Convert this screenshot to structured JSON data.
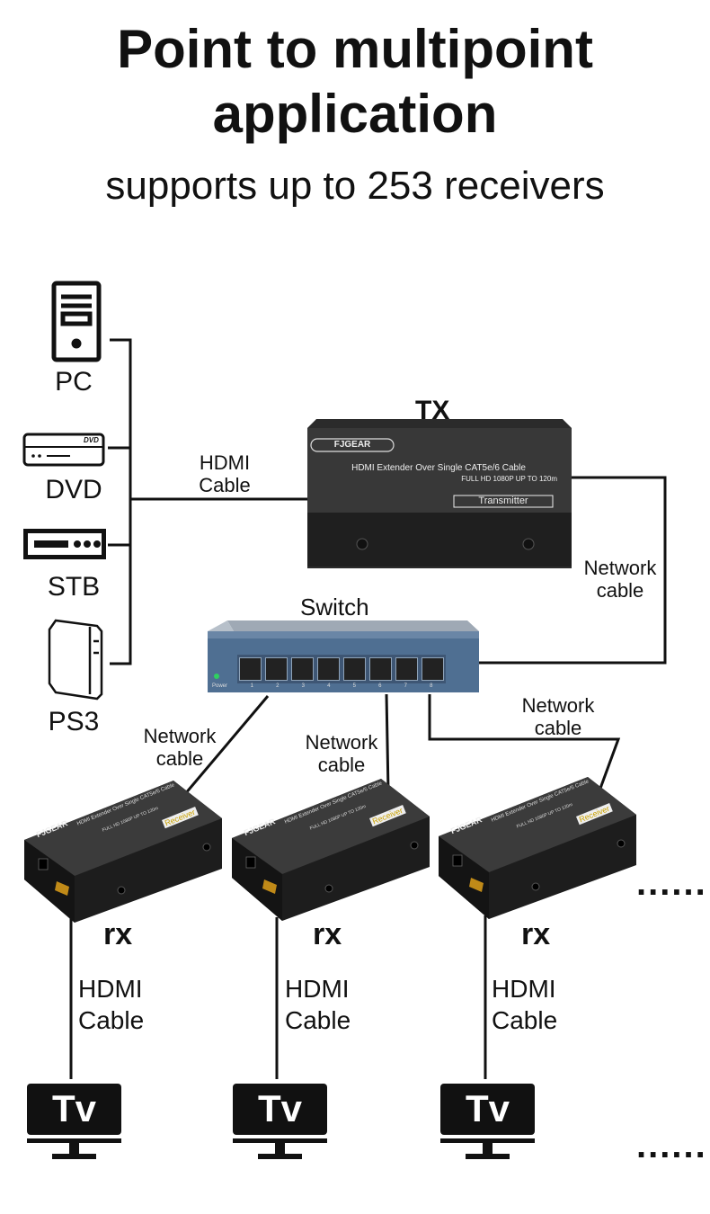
{
  "header": {
    "title_line1": "Point to multipoint",
    "title_line2": "application",
    "subtitle": "supports up to 253 receivers"
  },
  "sources": [
    {
      "label": "PC",
      "icon": "pc-tower-icon"
    },
    {
      "label": "DVD",
      "icon": "dvd-player-icon"
    },
    {
      "label": "STB",
      "icon": "set-top-box-icon"
    },
    {
      "label": "PS3",
      "icon": "ps3-console-icon"
    }
  ],
  "transmitter": {
    "label": "TX",
    "brand": "FJGEAR",
    "product": "HDMI Extender Over Single CAT5e/6 Cable",
    "spec": "FULL HD 1080P   UP TO 120m",
    "role": "Transmitter"
  },
  "switch": {
    "label": "Switch",
    "power": "Power",
    "ports": [
      "1",
      "2",
      "3",
      "4",
      "5",
      "6",
      "7",
      "8"
    ]
  },
  "cables": {
    "hdmi_in_line1": "HDMI",
    "hdmi_in_line2": "Cable",
    "net_tx_line1": "Network",
    "net_tx_line2": "cable",
    "net_rx1_line1": "Network",
    "net_rx1_line2": "cable",
    "net_rx2_line1": "Network",
    "net_rx2_line2": "cable",
    "net_rx3_line1": "Network",
    "net_rx3_line2": "cable"
  },
  "receivers": [
    {
      "label": "rx",
      "brand": "FJGEAR",
      "role": "Receiver",
      "cable_line1": "HDMI",
      "cable_line2": "Cable",
      "tv": "Tv"
    },
    {
      "label": "rx",
      "brand": "FJGEAR",
      "role": "Receiver",
      "cable_line1": "HDMI",
      "cable_line2": "Cable",
      "tv": "Tv"
    },
    {
      "label": "rx",
      "brand": "FJGEAR",
      "role": "Receiver",
      "cable_line1": "HDMI",
      "cable_line2": "Cable",
      "tv": "Tv"
    }
  ],
  "receiver_product": "HDMI Extender Over Single CAT5e/6 Cable",
  "receiver_spec": "FULL HD 1080P   UP TO 120m",
  "more_indicator": "......"
}
